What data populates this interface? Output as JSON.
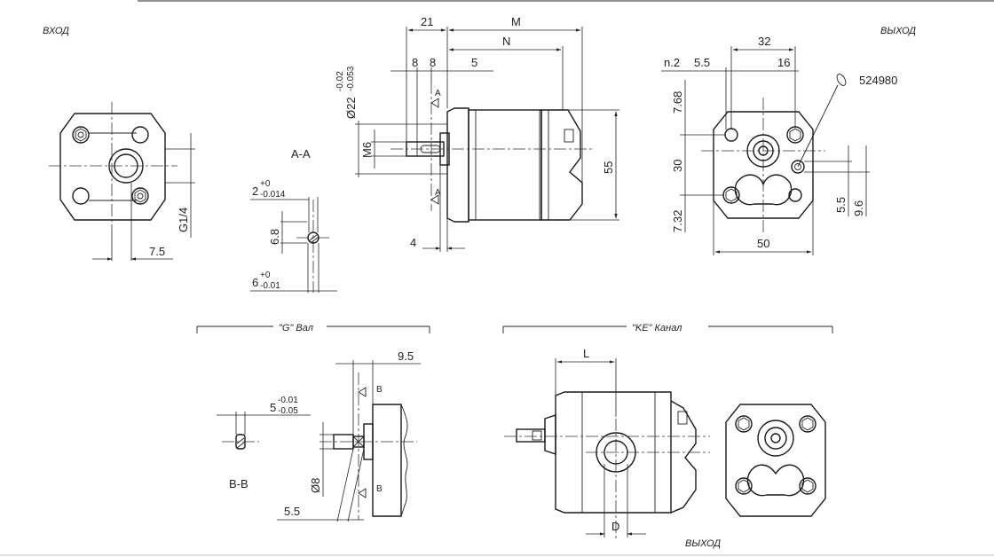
{
  "labels": {
    "inlet": "ВХОД",
    "outlet_top": "ВЫХОД",
    "outlet_bottom": "ВЫХОД",
    "section_aa": "A-A",
    "section_bb": "B-B",
    "shaft_title": "\"G\" Вал",
    "channel_title": "\"KE\" Канал",
    "part_number": "524980",
    "cut_a": "A",
    "cut_b": "B"
  },
  "dimensions": {
    "d21": "21",
    "M": "M",
    "N": "N",
    "d8a": "8",
    "d8b": "8",
    "d5": "5",
    "shaft_dia": "Ø22",
    "shaft_dia_tol_top": "-0.02",
    "shaft_dia_tol_bot": "-0.053",
    "m6": "M6",
    "d55": "55",
    "d4": "4",
    "g14": "G1/4",
    "d7_5": "7.5",
    "key_w": "2",
    "key_w_tol_top": "+0",
    "key_w_tol_bot": "-0.014",
    "d6_8": "6.8",
    "key_len": "6",
    "key_len_tol_top": "+0",
    "key_len_tol_bot": "-0.01",
    "d32": "32",
    "n2": "n.2",
    "d5_5_top": "5.5",
    "d16": "16",
    "d7_68": "7.68",
    "d30": "30",
    "d7_32": "7.32",
    "d5_5_right": "5.5",
    "d9_6": "9.6",
    "d50": "50",
    "d9_5": "9.5",
    "flat_w": "5",
    "flat_tol_top": "-0.01",
    "flat_tol_bot": "-0.05",
    "d_dia8": "Ø8",
    "d5_5_bottom": "5.5",
    "L": "L",
    "D": "D"
  }
}
